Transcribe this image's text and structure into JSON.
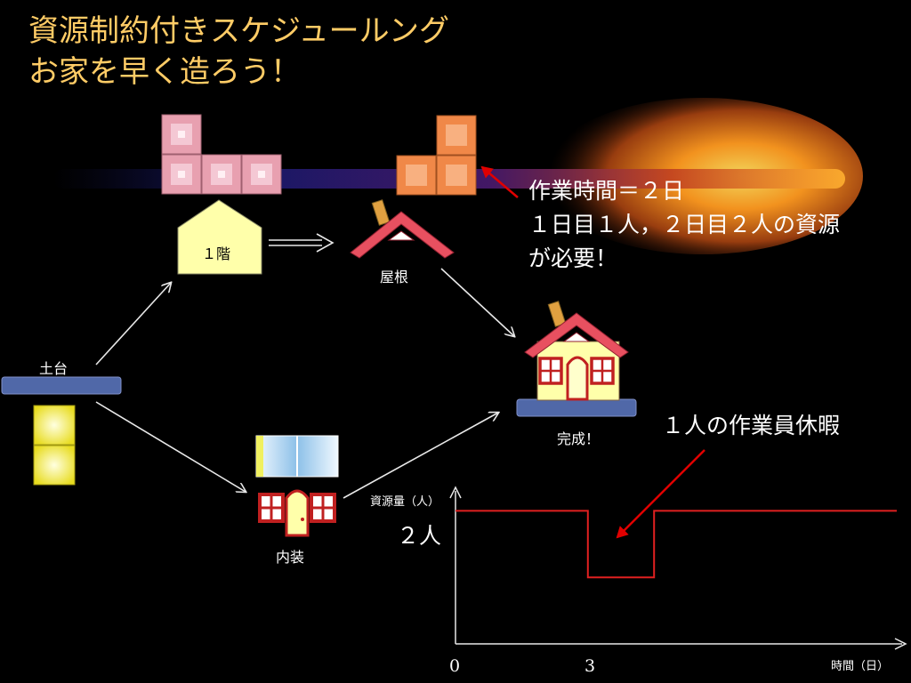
{
  "title": {
    "line1": "資源制約付きスケジュールング",
    "line2": "お家を早く造ろう！"
  },
  "tasks": {
    "foundation": "土台",
    "floor1": "１階",
    "roof": "屋根",
    "interior": "内装",
    "complete": "完成！"
  },
  "annotations": {
    "work_time": "作業時間＝２日",
    "resource_need": "１日目１人，２日目２人の資源",
    "resource_need_2": "が必要！",
    "vacation": "１人の作業員休暇"
  },
  "chart": {
    "ylabel": "資源量（人）",
    "level_label": "２人",
    "xlabel": "時間（日）",
    "tick_0": "0",
    "tick_3": "3"
  },
  "chart_data": {
    "type": "line",
    "title": "",
    "xlabel": "時間（日）",
    "ylabel": "資源量（人）",
    "x_ticks": [
      0,
      3
    ],
    "x_tick_labels": [
      "0",
      "3"
    ],
    "xlim": [
      0,
      10
    ],
    "ylim": [
      0,
      2.5
    ],
    "series": [
      {
        "x": [
          0,
          3,
          3,
          4.5,
          4.5,
          10
        ],
        "y": [
          2,
          2,
          1,
          1,
          2,
          2
        ]
      }
    ],
    "annotations": [
      "２人",
      "１人の作業員休暇"
    ]
  },
  "colors": {
    "title": "#ffcc66",
    "pink_block": "#e8a0b0",
    "orange_block": "#f09050",
    "yellow_block": "#f4ec40",
    "house_wall": "#ffffaa",
    "roof": "#e85050",
    "platform": "#5068a8",
    "chart_line": "#e02020",
    "arrow_red": "#e00000"
  }
}
